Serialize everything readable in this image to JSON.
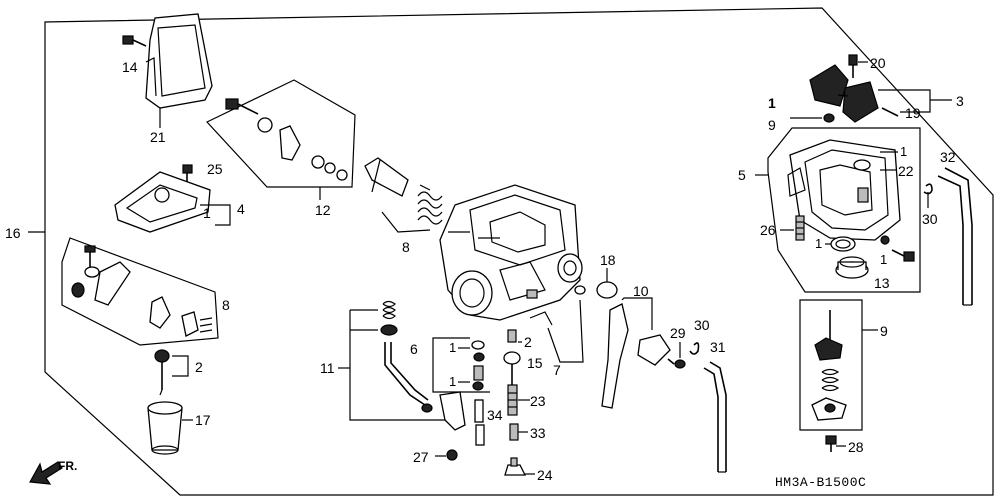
{
  "diagram": {
    "code": "HM3A-B1500C",
    "direction": "FR.",
    "callouts": {
      "c1_main_body": "1",
      "c1_float_chamber_top": "1",
      "c1_float_chamber_right": "1",
      "c1_float_chamber_left": "1",
      "c1_cover_set": "1",
      "c1_jet_a": "1",
      "c1_jet_b": "1",
      "c2_needle": "2",
      "c2_mid": "2",
      "c3": "3",
      "c4": "4",
      "c5": "5",
      "c6": "6",
      "c7": "7",
      "c8_left": "8",
      "c8_mid": "8",
      "c9_top": "9",
      "c9_right": "9",
      "c10": "10",
      "c11": "11",
      "c12": "12",
      "c13": "13",
      "c14": "14",
      "c15": "15",
      "c16": "16",
      "c17": "17",
      "c18": "18",
      "c19": "19",
      "c20": "20",
      "c21": "21",
      "c22": "22",
      "c23": "23",
      "c24": "24",
      "c25": "25",
      "c26": "26",
      "c27": "27",
      "c28": "28",
      "c29": "29",
      "c30_mid": "30",
      "c30_right": "30",
      "c31": "31",
      "c32": "32",
      "c33": "33",
      "c34": "34"
    }
  }
}
